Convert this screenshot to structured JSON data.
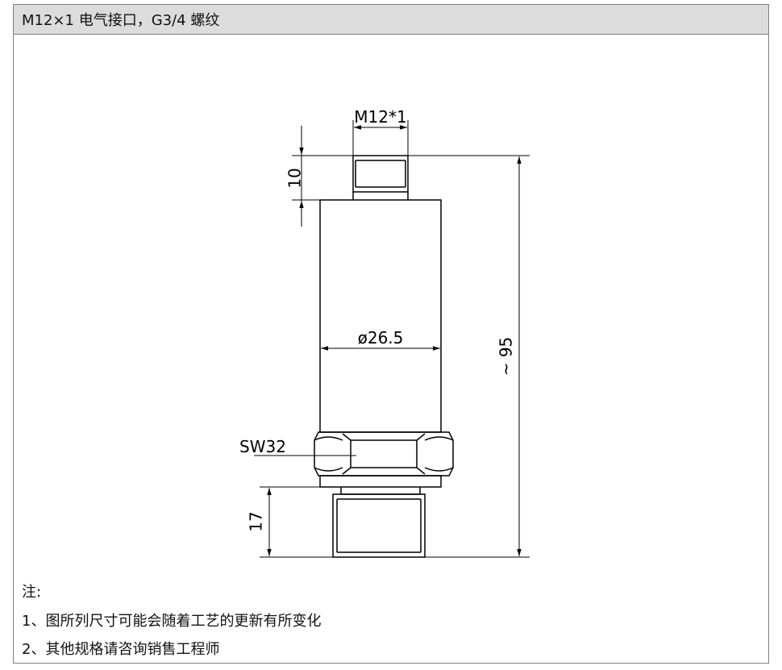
{
  "header": {
    "title": "M12×1 电气接口，G3/4 螺纹"
  },
  "drawing": {
    "dims": {
      "connector_thread": "M12*1",
      "connector_height": "10",
      "body_diameter": "ø26.5",
      "total_length": "~ 95",
      "hex_size": "SW32",
      "thread_length": "17"
    }
  },
  "notes": {
    "heading": "注:",
    "items": [
      "1、图所列尺寸可能会随着工艺的更新有所变化",
      "2、其他规格请咨询销售工程师"
    ]
  },
  "colors": {
    "header_bg": "#dcdcdc",
    "border": "#7f7f7f",
    "line": "#000000"
  }
}
